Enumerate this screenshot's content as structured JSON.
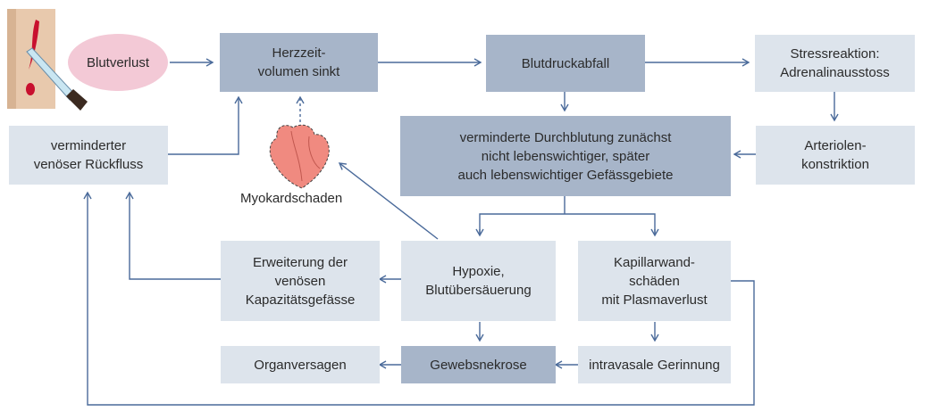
{
  "nodes": {
    "blood_loss": "Blutverlust",
    "cardiac_output": "Herzzeit-\nvolumen sinkt",
    "bp_drop": "Blutdruckabfall",
    "stress": "Stressreaktion:\nAdrenalinausstoss",
    "venous_return": "verminderter\nvenöser Rückfluss",
    "reduced_perfusion": "verminderte Durchblutung zunächst\nnicht lebenswichtiger, später\nauch lebenswichtiger Gefässgebiete",
    "arteriolar": "Arteriolen-\nkonstriktion",
    "myocardial": "Myokardschaden",
    "dilation": "Erweiterung der\nvenösen\nKapazitätsgefässe",
    "hypoxia": "Hypoxie,\nBlutübersäuerung",
    "capillary": "Kapillarwand-\nschäden\nmit Plasmaverlust",
    "organ_failure": "Organversagen",
    "necrosis": "Gewebsnekrose",
    "coagulation": "intravasale Gerinnung"
  },
  "colors": {
    "dark_box": "#a7b5c9",
    "light_box": "#dde4ec",
    "arrow": "#4a6a9a",
    "ellipse": "#f3c9d6"
  }
}
